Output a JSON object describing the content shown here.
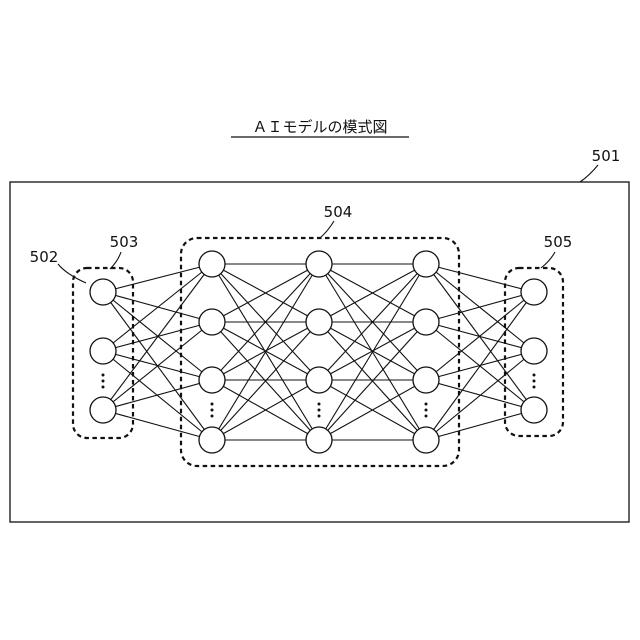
{
  "title": "ＡＩモデルの模式図",
  "labels": {
    "model": "501",
    "input_nodes": "502",
    "input_layer": "503",
    "hidden_layers": "504",
    "output_layer": "505"
  },
  "network": {
    "layers": [
      {
        "name": "input-layer",
        "visible_nodes": 3,
        "ellipsis": true
      },
      {
        "name": "hidden-layer-1",
        "visible_nodes": 4,
        "ellipsis": true
      },
      {
        "name": "hidden-layer-2",
        "visible_nodes": 4,
        "ellipsis": true
      },
      {
        "name": "hidden-layer-3",
        "visible_nodes": 4,
        "ellipsis": true
      },
      {
        "name": "output-layer",
        "visible_nodes": 3,
        "ellipsis": true
      }
    ],
    "fully_connected": true
  }
}
